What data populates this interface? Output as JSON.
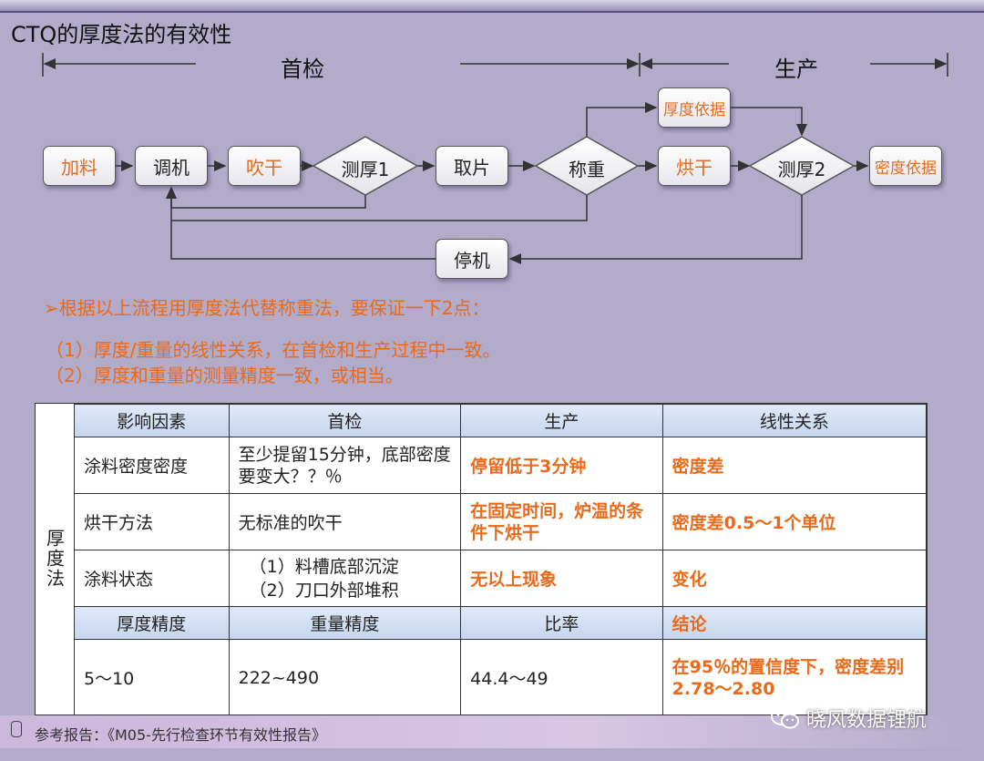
{
  "title": "CTQ的厚度法的有效性",
  "phases": {
    "first": "首检",
    "production": "生产"
  },
  "flow": {
    "jialiao": "加料",
    "tiaoji": "调机",
    "chuigan": "吹干",
    "cehou1": "测厚1",
    "qupian": "取片",
    "chengzhong": "称重",
    "honggan": "烘干",
    "cehou2": "测厚2",
    "midu_yiju": "密度依据",
    "houdu_yiju": "厚度依据",
    "tingji": "停机"
  },
  "notes": {
    "line1": "根据以上流程用厚度法代替称重法，要保证一下2点：",
    "line2": "（1）厚度/重量的线性关系，在首检和生产过程中一致。",
    "line3": "（2）厚度和重量的测量精度一致，或相当。"
  },
  "table": {
    "side_label": "厚度法",
    "headers": [
      "影响因素",
      "首检",
      "生产",
      "线性关系"
    ],
    "rows": [
      [
        "涂料密度密度",
        "至少提留15分钟，底部密度要变大？？％",
        "停留低于3分钟",
        "密度差"
      ],
      [
        "烘干方法",
        "无标准的吹干",
        "在固定时间，炉温的条件下烘干",
        "密度差0.5～1个单位"
      ],
      [
        "涂料状态",
        "（1）料槽底部沉淀\n（2）刀口外部堆积",
        "无以上现象",
        "变化"
      ]
    ],
    "headers2": [
      "厚度精度",
      "重量精度",
      "比率",
      "结论"
    ],
    "row2": [
      "5～10",
      "222~490",
      "44.4～49",
      "在95％的置信度下，密度差别2.78～2.80"
    ]
  },
  "footer": {
    "ref": "参考报告：《M05-先行检查环节有效性报告》"
  },
  "brand": "晓风数据锂航",
  "colors": {
    "accent": "#e86a1a",
    "background": "#b3abca",
    "header_fill": "#c6d6ef"
  },
  "icons": [
    "database-icon",
    "wechat-icon",
    "arrow-right-icon"
  ]
}
